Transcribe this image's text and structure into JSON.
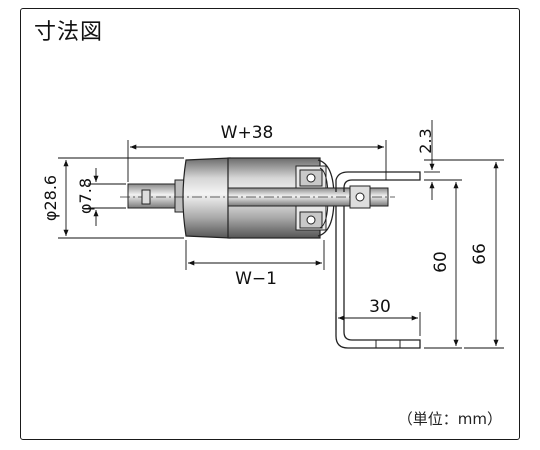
{
  "title": "寸法図",
  "unit_note": "（単位：mm）",
  "dimensions": {
    "overall_width": "W+38",
    "roller_width": "W−1",
    "outer_diameter": "φ28.6",
    "shaft_diameter": "φ7.8",
    "bracket_offset": "2.3",
    "bracket_height": "60",
    "total_height": "66",
    "bracket_depth": "30"
  }
}
